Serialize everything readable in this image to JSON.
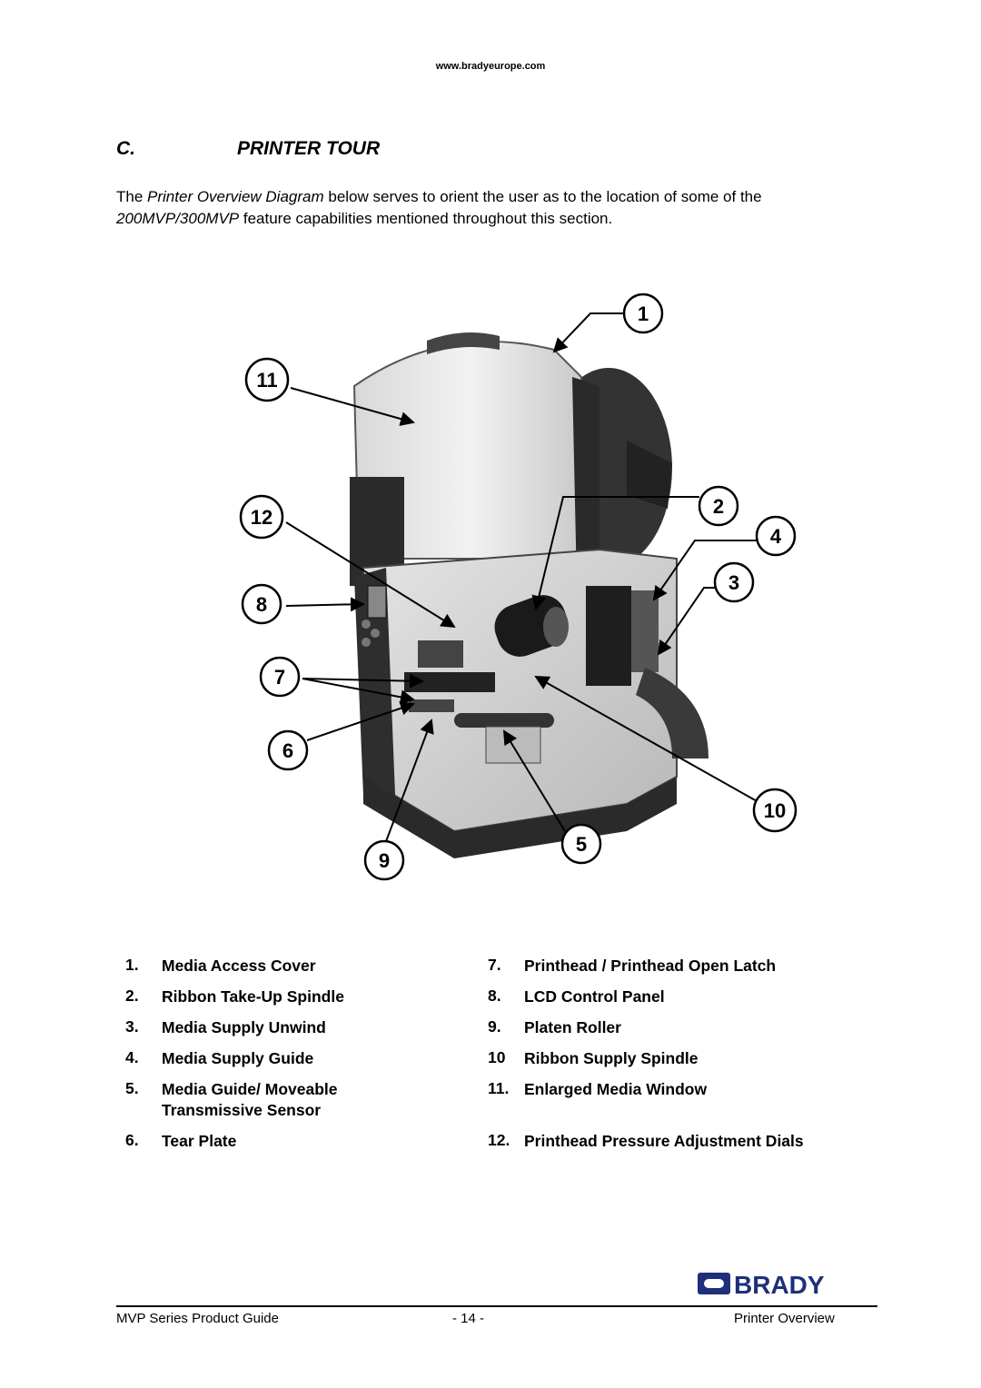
{
  "header": {
    "url": "www.bradyeurope.com"
  },
  "section": {
    "letter": "C.",
    "title": "PRINTER TOUR"
  },
  "intro": {
    "p1": "The ",
    "p1_em": "Printer Overview Diagram",
    "p2": " below serves to orient the user as to the location of some of the ",
    "p2_em": "200MVP/300MVP",
    "p3": " feature capabilities mentioned throughout this section."
  },
  "callouts": [
    "1",
    "2",
    "3",
    "4",
    "5",
    "6",
    "7",
    "8",
    "9",
    "10",
    "11",
    "12"
  ],
  "legend": [
    {
      "num": "1.",
      "text": "Media Access Cover"
    },
    {
      "num": "2.",
      "text": "Ribbon Take-Up Spindle"
    },
    {
      "num": "3.",
      "text": "Media Supply Unwind"
    },
    {
      "num": "4.",
      "text": "Media Supply Guide"
    },
    {
      "num": "5.",
      "text": "Media Guide/ Moveable Transmissive Sensor"
    },
    {
      "num": "6.",
      "text": "Tear Plate"
    },
    {
      "num": "7.",
      "text": "Printhead / Printhead Open Latch"
    },
    {
      "num": "8.",
      "text": "LCD Control Panel"
    },
    {
      "num": "9.",
      "text": "Platen Roller"
    },
    {
      "num": "10",
      "text": "Ribbon Supply Spindle"
    },
    {
      "num": "11.",
      "text": "Enlarged Media Window"
    },
    {
      "num": "12.",
      "text": "Printhead Pressure Adjustment Dials"
    }
  ],
  "footer": {
    "left": "MVP Series Product Guide",
    "center": "- 14 -",
    "right": "Printer Overview"
  },
  "logo": {
    "text": "BRADY",
    "color": "#1f2f7a"
  }
}
